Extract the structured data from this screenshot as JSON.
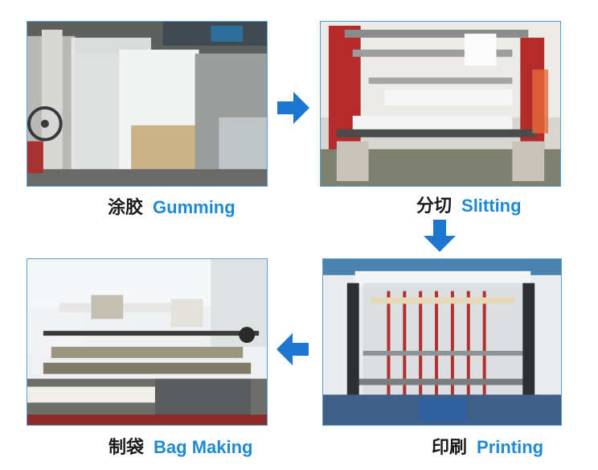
{
  "steps": [
    {
      "zh": "涂胶",
      "en": "Gumming"
    },
    {
      "zh": "分切",
      "en": "Slitting"
    },
    {
      "zh": "制袋",
      "en": "Bag Making"
    },
    {
      "zh": "印刷",
      "en": "Printing"
    }
  ],
  "colors": {
    "accent": "#1e8ad6",
    "arrow": "#1d76cf",
    "text": "#1a1a1a",
    "frame": "#5aa0d8"
  },
  "icons": {
    "flow_right": "arrow-right-icon",
    "flow_down": "arrow-down-icon",
    "flow_left": "arrow-left-icon"
  }
}
